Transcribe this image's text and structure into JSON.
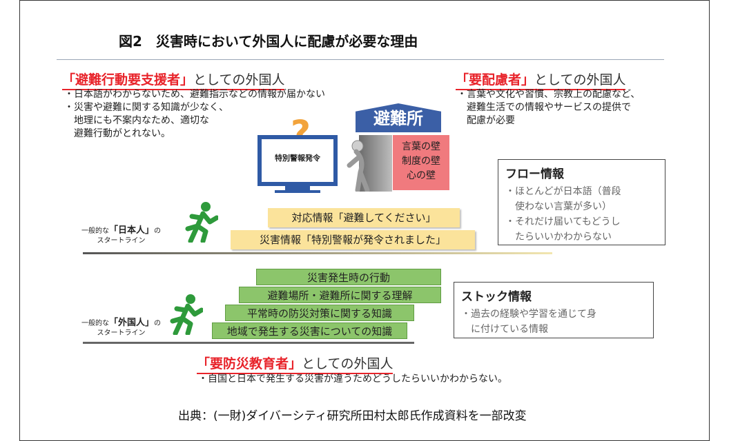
{
  "title": "図2　災害時において外国人に配慮が必要な理由",
  "left_section": {
    "heading_quoted": "「避難行動要支援者」",
    "heading_suffix": "としての外国人",
    "bullets": [
      "・日本語がわからないため、避難指示などの情報が届かない",
      "・災害や避難に関する知識が少なく、",
      "　地理にも不案内なため、適切な",
      "　避難行動がとれない。"
    ]
  },
  "right_section": {
    "heading_quoted": "「要配慮者」",
    "heading_suffix": "としての外国人",
    "bullets": [
      "・言葉や文化や習慣、宗教上の配慮など、",
      "　避難生活での情報やサービスの提供で",
      "　配慮が必要"
    ]
  },
  "tv_label": "特別警報発令",
  "shelter_label": "避難所",
  "walls": [
    "言葉の壁",
    "制度の壁",
    "心の壁"
  ],
  "flow_box": {
    "title": "フロー情報",
    "lines": [
      "・ほとんどが日本語（普段",
      "　使わない言葉が多い）",
      "・それだけ届いてもどうし",
      "　たらいいかわからない"
    ]
  },
  "yellow_steps": [
    "対応情報「避難してください」",
    "災害情報「特別警報が発令されました」"
  ],
  "japanese_start": {
    "prefix": "一般的な",
    "name": "「日本人」",
    "suffix": "の",
    "line2": "スタートライン"
  },
  "stock_box": {
    "title": "ストック情報",
    "lines": [
      "・過去の経験や学習を通じて身",
      "　に付けている情報"
    ]
  },
  "green_steps": [
    "災害発生時の行動",
    "避難場所・避難所に関する理解",
    "平常時の防災対策に関する知識",
    "地域で発生する災害についての知識"
  ],
  "foreign_start": {
    "prefix": "一般的な",
    "name": "「外国人」",
    "suffix": "の",
    "line2": "スタートライン"
  },
  "bottom_section": {
    "heading_quoted": "「要防災教育者」",
    "heading_suffix": "としての外国人",
    "bullets": [
      "・自国と日本で発生する災害が違うためどうしたらいいかわからない。"
    ]
  },
  "source": "出典：(一財)ダイバーシティ研究所田村太郎氏作成資料を一部改変",
  "colors": {
    "accent_red": "#e8232a",
    "shelter_blue": "#3b5fa6",
    "step_yellow": "#fbe39b",
    "step_green": "#8cc56b",
    "runner_green": "#2e9a3b",
    "wall_pink": "#f07a7e"
  }
}
